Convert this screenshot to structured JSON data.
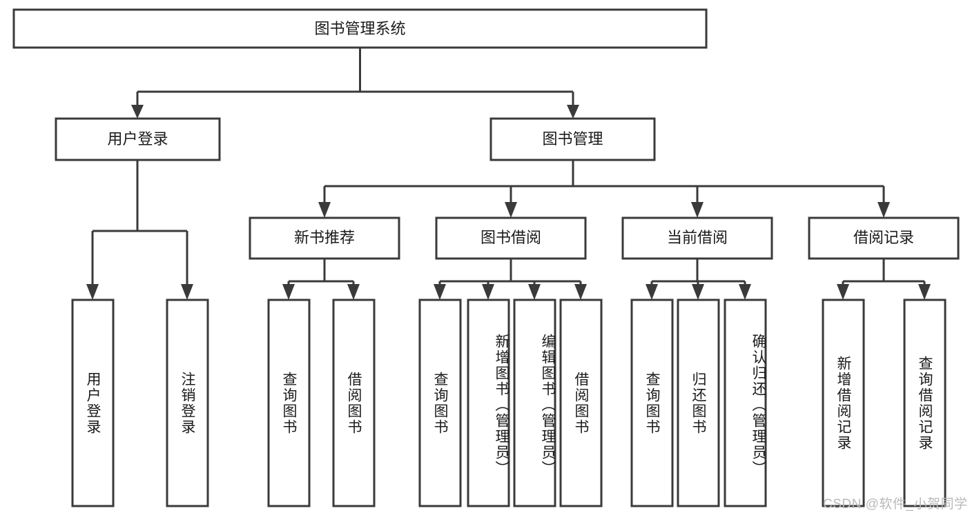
{
  "diagram": {
    "type": "tree",
    "title": "图书管理系统",
    "orientation": "top-down",
    "root": {
      "id": "root",
      "label": "图书管理系统",
      "shape": "rect",
      "text_orientation": "horizontal"
    },
    "level2": [
      {
        "id": "user-login",
        "label": "用户登录",
        "shape": "rect",
        "text_orientation": "horizontal"
      },
      {
        "id": "book-manage",
        "label": "图书管理",
        "shape": "rect",
        "text_orientation": "horizontal"
      }
    ],
    "level3": [
      {
        "id": "new-book-recommend",
        "label": "新书推荐",
        "parent": "book-manage"
      },
      {
        "id": "book-borrow",
        "label": "图书借阅",
        "parent": "book-manage"
      },
      {
        "id": "current-borrow",
        "label": "当前借阅",
        "parent": "book-manage"
      },
      {
        "id": "borrow-record",
        "label": "借阅记录",
        "parent": "book-manage"
      }
    ],
    "leaves": [
      {
        "id": "leaf-user-login",
        "label": "用户登录",
        "parent": "user-login"
      },
      {
        "id": "leaf-logout-login",
        "label": "注销登录",
        "parent": "user-login"
      },
      {
        "id": "leaf-query-book-1",
        "label": "查询图书",
        "parent": "new-book-recommend"
      },
      {
        "id": "leaf-borrow-book-1",
        "label": "借阅图书",
        "parent": "new-book-recommend"
      },
      {
        "id": "leaf-query-book-2",
        "label": "查询图书",
        "parent": "book-borrow"
      },
      {
        "id": "leaf-add-book",
        "label": "新增图书（管理员）",
        "parent": "book-borrow"
      },
      {
        "id": "leaf-edit-book",
        "label": "编辑图书（管理员）",
        "parent": "book-borrow"
      },
      {
        "id": "leaf-borrow-book-2",
        "label": "借阅图书",
        "parent": "book-borrow"
      },
      {
        "id": "leaf-query-book-3",
        "label": "查询图书",
        "parent": "current-borrow"
      },
      {
        "id": "leaf-return-book",
        "label": "归还图书",
        "parent": "current-borrow"
      },
      {
        "id": "leaf-confirm-return",
        "label": "确认归还（管理员）",
        "parent": "current-borrow"
      },
      {
        "id": "leaf-add-record",
        "label": "新增借阅记录",
        "parent": "borrow-record"
      },
      {
        "id": "leaf-query-record",
        "label": "查询借阅记录",
        "parent": "borrow-record"
      }
    ],
    "edges": [
      {
        "from": "root",
        "to": "user-login"
      },
      {
        "from": "root",
        "to": "book-manage"
      },
      {
        "from": "user-login",
        "to": "leaf-user-login"
      },
      {
        "from": "user-login",
        "to": "leaf-logout-login"
      },
      {
        "from": "book-manage",
        "to": "new-book-recommend"
      },
      {
        "from": "book-manage",
        "to": "book-borrow"
      },
      {
        "from": "book-manage",
        "to": "current-borrow"
      },
      {
        "from": "book-manage",
        "to": "borrow-record"
      },
      {
        "from": "new-book-recommend",
        "to": "leaf-query-book-1"
      },
      {
        "from": "new-book-recommend",
        "to": "leaf-borrow-book-1"
      },
      {
        "from": "book-borrow",
        "to": "leaf-query-book-2"
      },
      {
        "from": "book-borrow",
        "to": "leaf-add-book"
      },
      {
        "from": "book-borrow",
        "to": "leaf-edit-book"
      },
      {
        "from": "book-borrow",
        "to": "leaf-borrow-book-2"
      },
      {
        "from": "current-borrow",
        "to": "leaf-query-book-3"
      },
      {
        "from": "current-borrow",
        "to": "leaf-return-book"
      },
      {
        "from": "current-borrow",
        "to": "leaf-confirm-return"
      },
      {
        "from": "borrow-record",
        "to": "leaf-add-record"
      },
      {
        "from": "borrow-record",
        "to": "leaf-query-record"
      }
    ],
    "colors": {
      "box_fill": "#ffffff",
      "box_stroke": "#3a3a3a",
      "connector": "#3a3a3a",
      "text": "#1a1a1a",
      "background": "#ffffff",
      "watermark": "#b9b9b9"
    }
  },
  "watermark": {
    "text": "CSDN @软件_小贺同学"
  }
}
